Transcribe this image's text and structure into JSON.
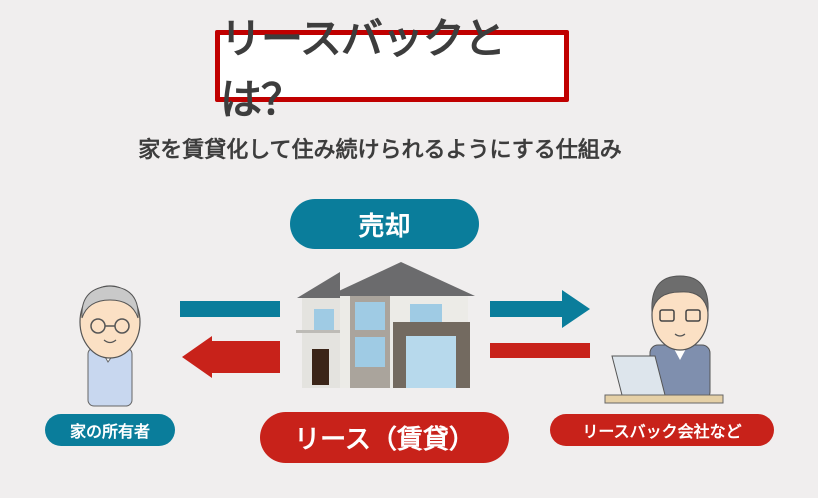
{
  "title": "リースバックとは？",
  "subtitle": "家を賃貸化して住み続けられるようにする仕組み",
  "sale_label": "売却",
  "lease_label": "リース（賃貸）",
  "owner_label": "家の所有者",
  "company_label": "リースバック会社など",
  "colors": {
    "teal": "#0a7d9b",
    "red": "#c8221a",
    "title_border": "#c00000"
  }
}
